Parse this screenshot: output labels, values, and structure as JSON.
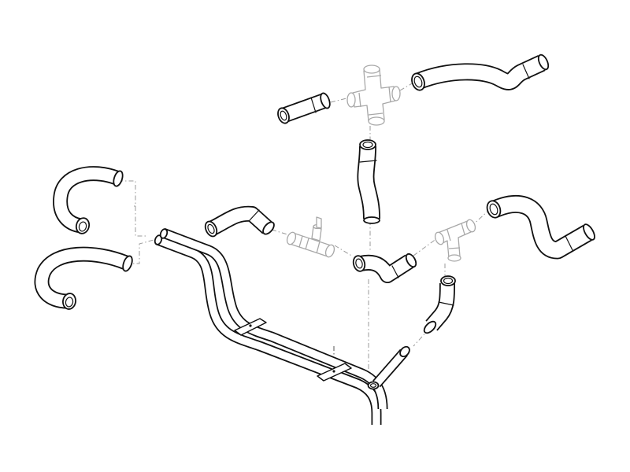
{
  "diagram": {
    "style": "exploded-view line drawing",
    "colors": {
      "line": "#111111",
      "background": "#ffffff",
      "ghost_parts": "#a8a8a8",
      "leader_lines": "#9a9a9a"
    },
    "parts": [
      {
        "name": "hook-hose-upper"
      },
      {
        "name": "hook-hose-lower"
      },
      {
        "name": "twin-pipe-assembly"
      },
      {
        "name": "short-straight-hose"
      },
      {
        "name": "cross-fitting"
      },
      {
        "name": "long-bent-hose-top"
      },
      {
        "name": "vertical-hose"
      },
      {
        "name": "short-bent-hose"
      },
      {
        "name": "valve-fitting"
      },
      {
        "name": "elbow-hose-center"
      },
      {
        "name": "tee-fitting"
      },
      {
        "name": "s-bend-hose-right"
      },
      {
        "name": "small-elbow-hose"
      }
    ]
  }
}
